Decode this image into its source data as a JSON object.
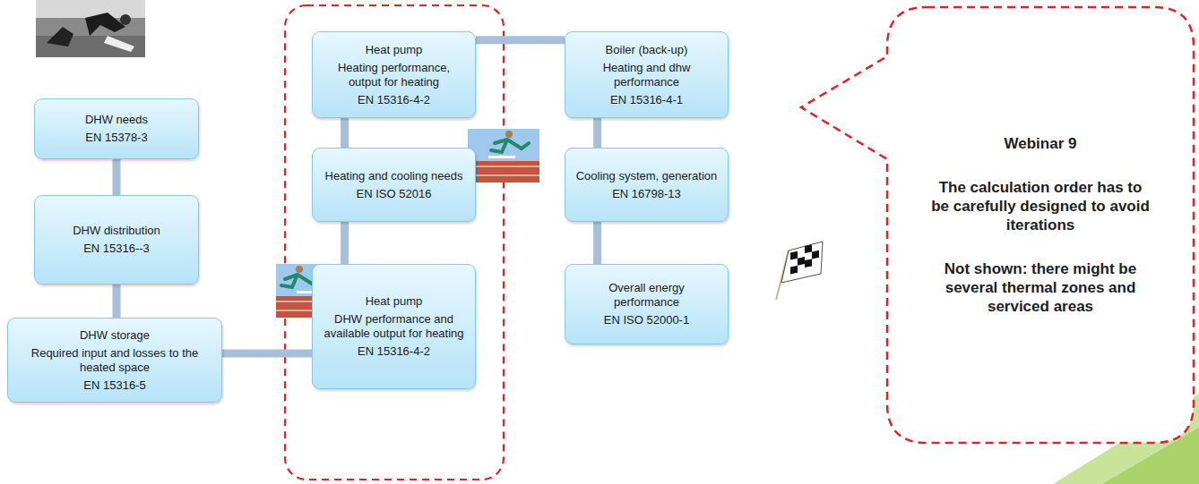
{
  "diagram": {
    "nodes": [
      {
        "text": [
          "DHW needs",
          "EN 15378-3"
        ]
      },
      {
        "text": [
          "DHW distribution",
          "EN 15316--3"
        ]
      },
      {
        "text": [
          "DHW storage",
          "Required input and losses to the heated space",
          "EN 15316-5"
        ]
      },
      {
        "text": [
          "Heat pump",
          "Heating performance, output for heating",
          "EN 15316-4-2"
        ]
      },
      {
        "text": [
          "Heating and cooling needs",
          "EN ISO 52016"
        ]
      },
      {
        "text": [
          "Heat pump",
          "DHW performance and available output for heating",
          "EN 15316-4-2"
        ]
      },
      {
        "text": [
          "Boiler (back-up)",
          "Heating and dhw performance",
          "EN 15316-4-1"
        ]
      },
      {
        "text": [
          "Cooling system, generation",
          "EN 16798-13"
        ]
      },
      {
        "text": [
          "Overall energy performance",
          "EN ISO 52000-1"
        ]
      },
      {
        "text": [
          "Webinar 9",
          "The calculation order has to be carefully designed to avoid iterations",
          "Not shown: there might be several thermal zones and serviced areas"
        ]
      }
    ],
    "edges": [
      {
        "from": 0,
        "to": 1,
        "arrow": "none"
      },
      {
        "from": 1,
        "to": 2,
        "arrow": "none"
      },
      {
        "from": 2,
        "to": 5,
        "arrow": "none"
      },
      {
        "from": 3,
        "to": 4,
        "arrow": "none"
      },
      {
        "from": 4,
        "to": 5,
        "arrow": "none"
      },
      {
        "from": 3,
        "to": 6,
        "arrow": "none"
      },
      {
        "from": 6,
        "to": 7,
        "arrow": "none"
      },
      {
        "from": 7,
        "to": 8,
        "arrow": "none"
      }
    ]
  }
}
